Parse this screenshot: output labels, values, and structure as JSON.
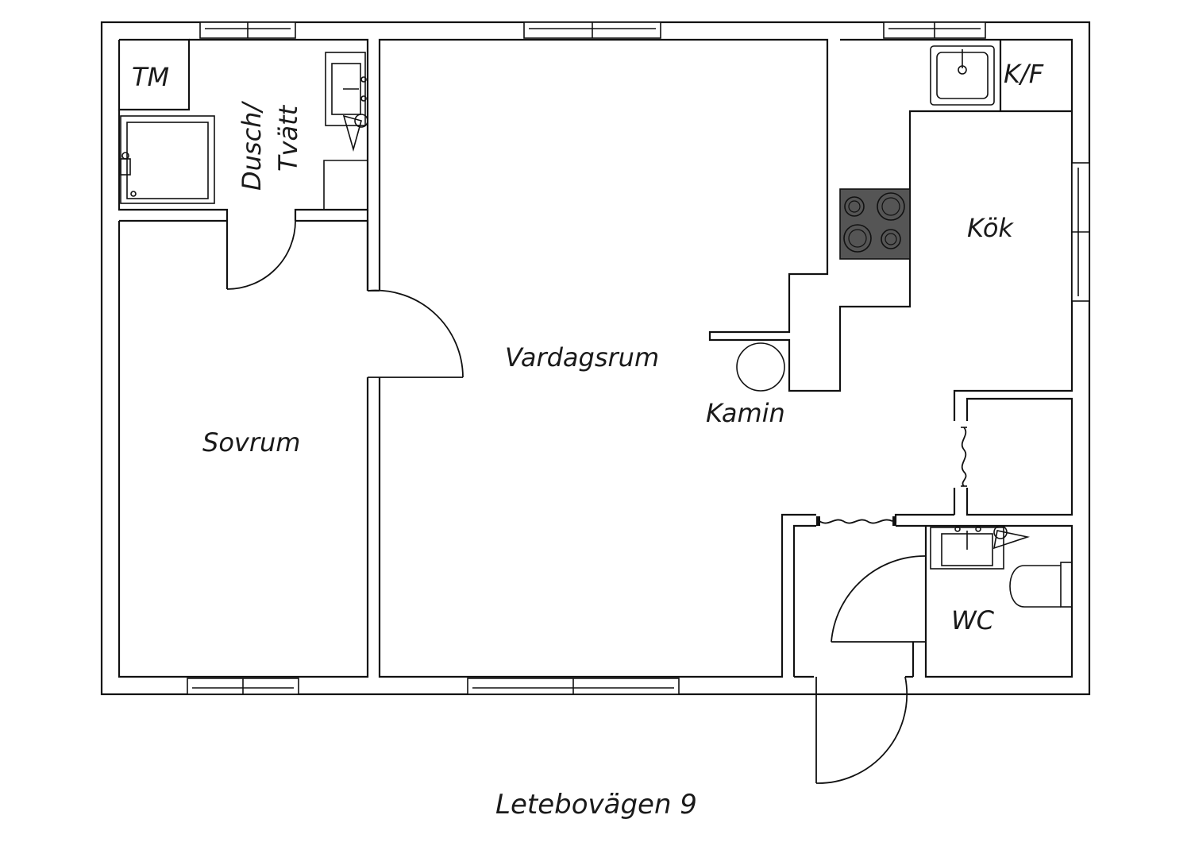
{
  "plan": {
    "address": "Letebovägen 9",
    "rooms": {
      "tm": "TM",
      "dusch_line1": "Dusch/",
      "dusch_line2": "Tvätt",
      "sovrum": "Sovrum",
      "vardagsrum": "Vardagsrum",
      "kamin": "Kamin",
      "kok": "Kök",
      "kf": "K/F",
      "wc": "WC"
    },
    "colors": {
      "wall": "#111111",
      "stove": "#555555",
      "background": "#ffffff"
    }
  }
}
